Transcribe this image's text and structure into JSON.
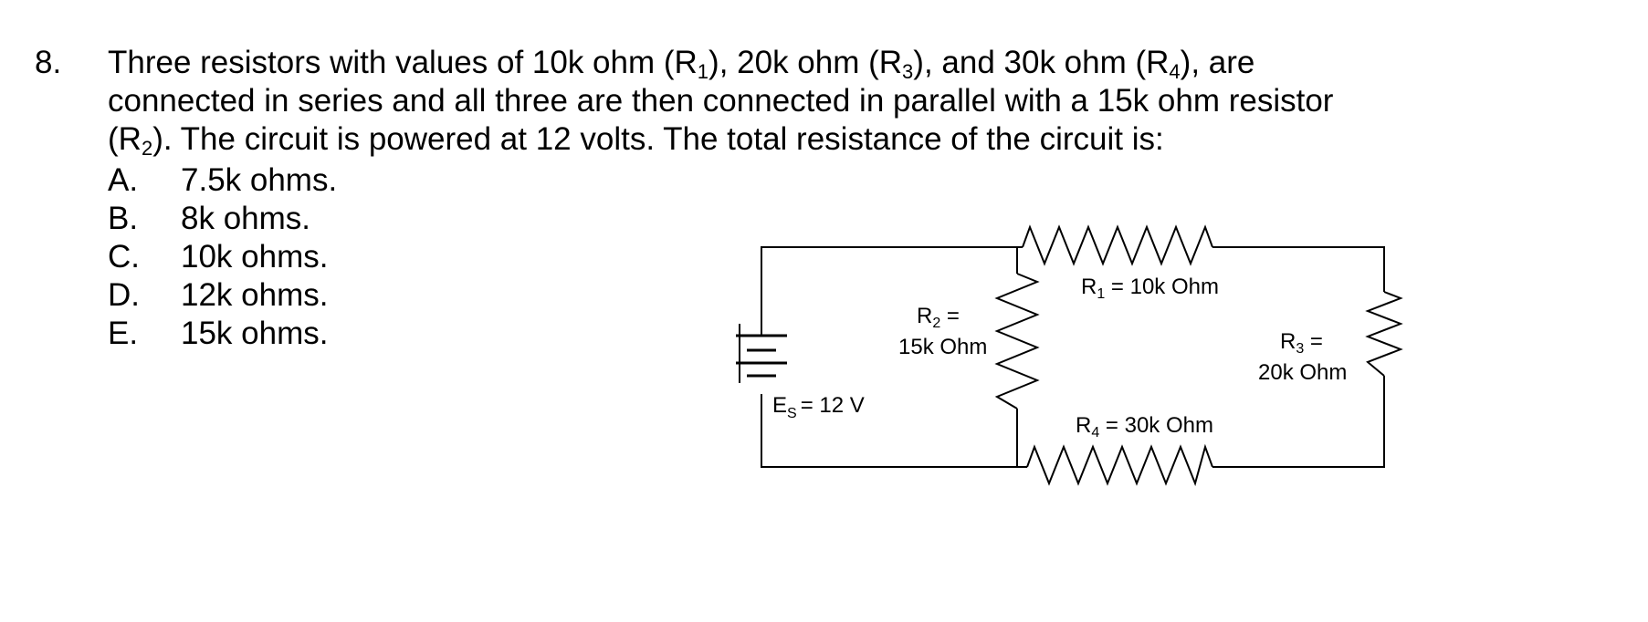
{
  "question": {
    "number": "8.",
    "line1_a": "Three resistors with values of 10k ohm (R",
    "line1_sub1": "1",
    "line1_b": "), 20k ohm (R",
    "line1_sub2": "3",
    "line1_c": "), and 30k ohm (R",
    "line1_sub3": "4",
    "line1_d": "), are",
    "line2": "connected in series and all three are then connected in parallel with a 15k ohm resistor",
    "line3_a": "(R",
    "line3_sub": "2",
    "line3_b": ").  The circuit is powered at 12 volts.  The total resistance of the circuit is:"
  },
  "options": [
    {
      "letter": "A.",
      "text": "7.5k ohms."
    },
    {
      "letter": "B.",
      "text": "8k ohms."
    },
    {
      "letter": "C.",
      "text": "10k ohms."
    },
    {
      "letter": "D.",
      "text": "12k ohms."
    },
    {
      "letter": "E.",
      "text": "15k ohms."
    }
  ],
  "circuit": {
    "source": {
      "prefix": "E",
      "sub": "S",
      "value": "= 12 V"
    },
    "r1": {
      "prefix": "R",
      "sub": "1",
      "value": " = 10k Ohm"
    },
    "r2": {
      "prefix": "R",
      "sub": "2",
      "eq": " =",
      "value": "15k Ohm"
    },
    "r3": {
      "prefix": "R",
      "sub": "3",
      "eq": " =",
      "value": "20k Ohm"
    },
    "r4": {
      "prefix": "R",
      "sub": "4",
      "value": " = 30k Ohm"
    }
  }
}
